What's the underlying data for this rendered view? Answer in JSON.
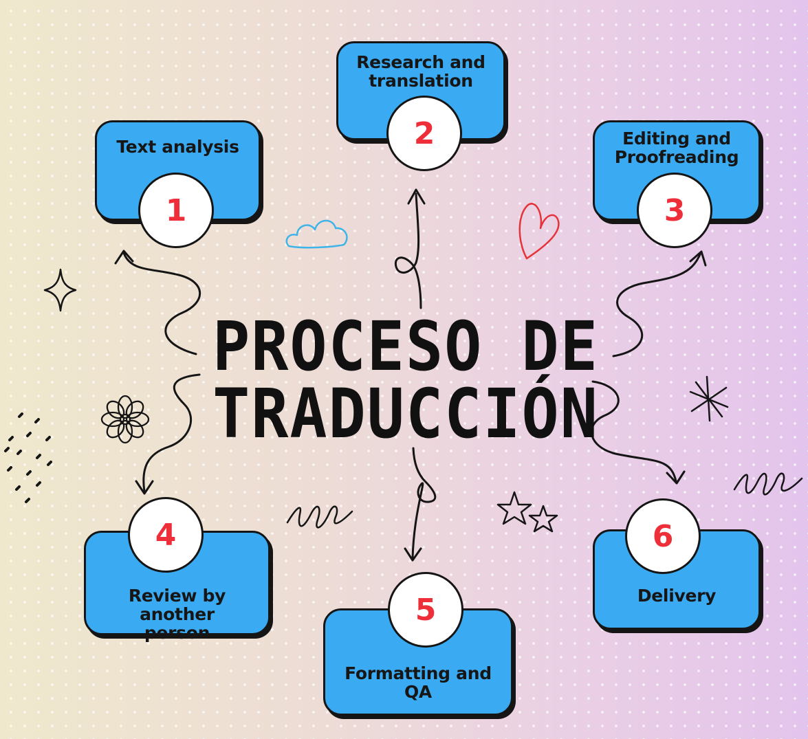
{
  "title": {
    "line1": "PROCESO DE",
    "line2": "TRADUCCIÓN"
  },
  "steps": [
    {
      "number": "1",
      "label": "Text analysis"
    },
    {
      "number": "2",
      "label": "Research and\ntranslation"
    },
    {
      "number": "3",
      "label": "Editing and\nProofreading"
    },
    {
      "number": "4",
      "label": "Review by another\nperson"
    },
    {
      "number": "5",
      "label": "Formatting and QA"
    },
    {
      "number": "6",
      "label": "Delivery"
    }
  ],
  "colors": {
    "card": "#3aabf3",
    "number": "#ee2f3a",
    "outline": "#151515",
    "cloud": "#3fb4e8",
    "heart": "#e5333b"
  }
}
